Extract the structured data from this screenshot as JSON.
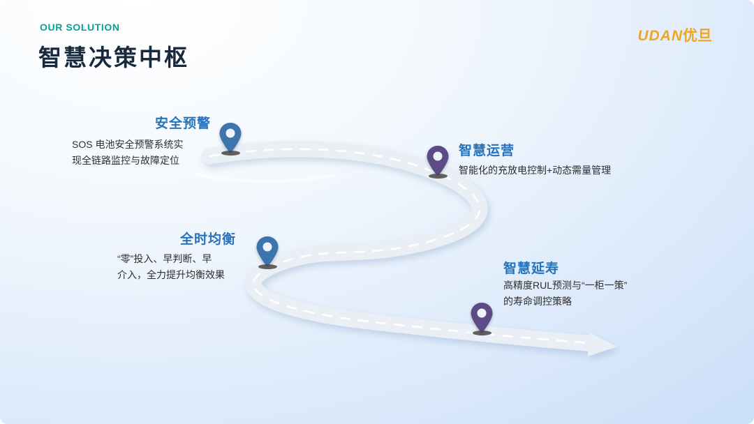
{
  "slide": {
    "eyebrow": "OUR SOLUTION",
    "title": "智慧决策中枢"
  },
  "logo": {
    "brand_latin": "UDAN",
    "brand_cjk": "优旦"
  },
  "milestones": [
    {
      "id": "safety-warning",
      "title": "安全预警",
      "desc": "SOS 电池安全预警系统实\n现全链路监控与故障定位",
      "pin_color": "#3e74ae"
    },
    {
      "id": "smart-operation",
      "title": "智慧运营",
      "desc": "智能化的充放电控制+动态需量管理",
      "pin_color": "#5d4b86"
    },
    {
      "id": "all-time-balancing",
      "title": "全时均衡",
      "desc": "“零”投入、早判断、早\n介入，全力提升均衡效果",
      "pin_color": "#3e74ae"
    },
    {
      "id": "smart-life-extension",
      "title": "智慧延寿",
      "desc": "高精度RUL预测与“一柜一策”\n的寿命调控策略",
      "pin_color": "#5d4b86"
    }
  ],
  "colors": {
    "eyebrow_teal": "#0aa191",
    "title_dark": "#18293d",
    "milestone_title_blue": "#2673bb",
    "logo_orange": "#f2a51c",
    "road_gray": "#eaeff6",
    "pin_blue": "#3e74ae",
    "pin_purple": "#5d4b86",
    "background_blue": "#c3dbf7"
  }
}
